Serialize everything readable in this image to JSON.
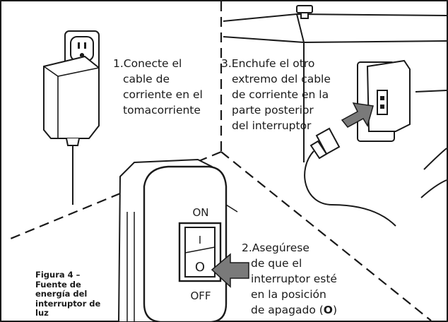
{
  "figure": {
    "caption_lines": [
      "Figura 4 –",
      "Fuente de",
      "energía del",
      "interruptor de luz"
    ]
  },
  "steps": {
    "step1": {
      "number": "1.",
      "lines": [
        "Conecte el",
        "cable de",
        "corriente en el",
        "tomacorriente"
      ]
    },
    "step2": {
      "number": "2.",
      "lines": [
        "Asegúrese",
        "de que el",
        "interruptor esté",
        "en la posición"
      ],
      "last_line_prefix": "de apagado (",
      "last_line_symbol": "O",
      "last_line_suffix": ")"
    },
    "step3": {
      "number": "3.",
      "lines": [
        "Enchufe el otro",
        "extremo del cable",
        "de corriente en la",
        "parte posterior",
        "del interruptor"
      ]
    }
  },
  "switch": {
    "on_label": "ON",
    "off_label": "OFF",
    "on_symbol": "I",
    "off_symbol": "O"
  },
  "colors": {
    "line": "#1a1a1a",
    "arrow_fill": "#7a7a7a",
    "text": "#1a1a1a"
  }
}
